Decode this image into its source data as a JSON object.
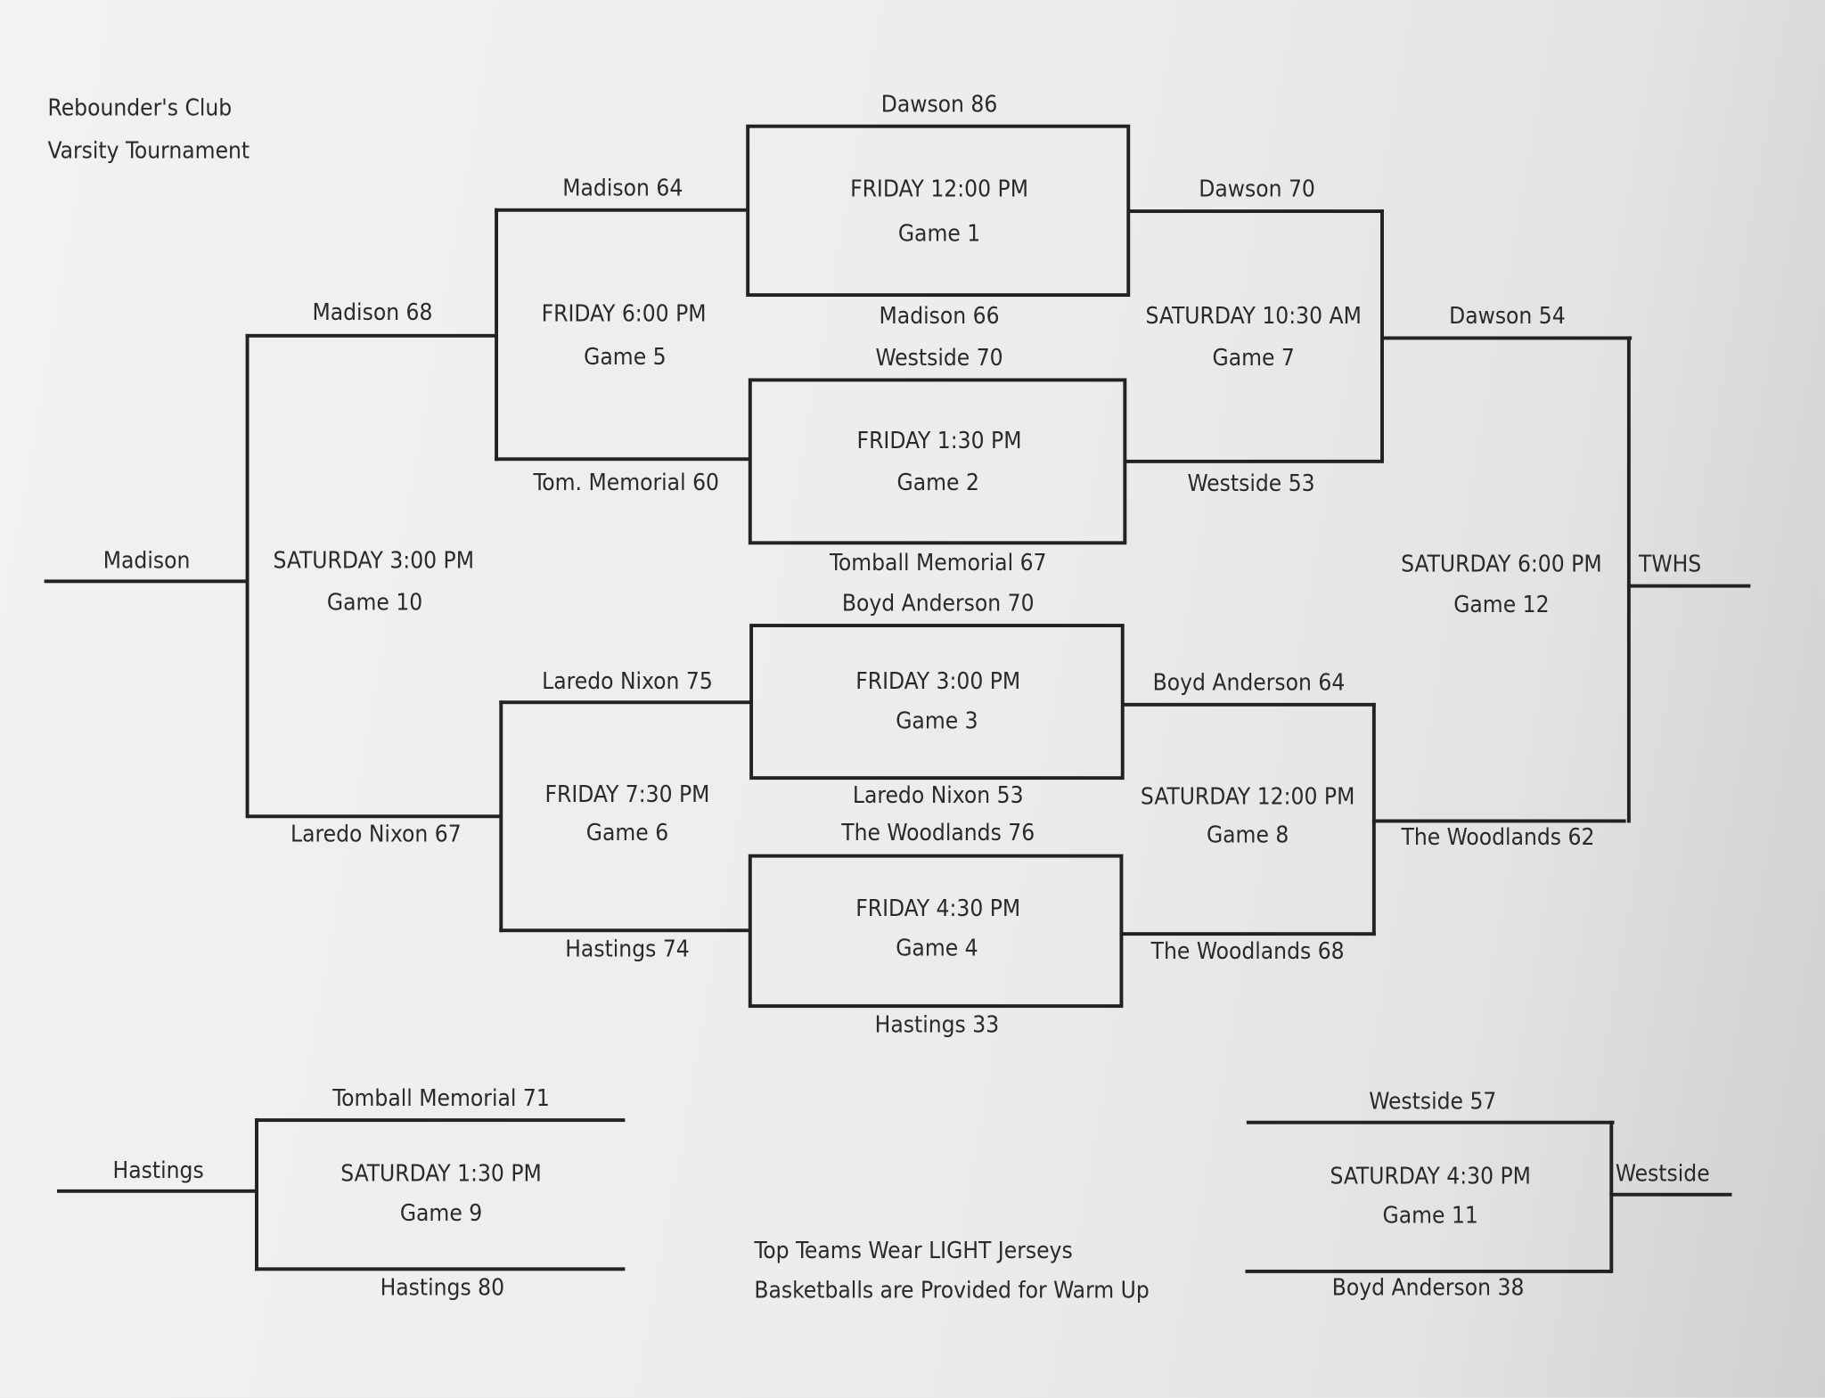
{
  "header": {
    "line1": "Rebounder's Club",
    "line2": "Varsity Tournament"
  },
  "games": [
    {
      "time": "FRIDAY 12:00 PM",
      "label": "Game 1",
      "top": "Dawson 86",
      "bottom": "Madison 66"
    },
    {
      "time": "FRIDAY 1:30 PM",
      "label": "Game 2",
      "top": "Westside 70",
      "bottom": "Tomball Memorial 67"
    },
    {
      "time": "FRIDAY 3:00 PM",
      "label": "Game 3",
      "top": "Boyd Anderson 70",
      "bottom": "Laredo Nixon 53"
    },
    {
      "time": "FRIDAY 4:30 PM",
      "label": "Game 4",
      "top": "The Woodlands 76",
      "bottom": "Hastings 33"
    },
    {
      "time": "FRIDAY 6:00 PM",
      "label": "Game 5",
      "top": "Madison 64",
      "bottom": "Tom. Memorial 60"
    },
    {
      "time": "FRIDAY 7:30 PM",
      "label": "Game 6",
      "top": "Laredo Nixon 75",
      "bottom": "Hastings 74"
    },
    {
      "time": "SATURDAY 10:30 AM",
      "label": "Game 7",
      "top": "Dawson 70",
      "bottom": "Westside 53"
    },
    {
      "time": "SATURDAY 12:00 PM",
      "label": "Game 8",
      "top": "Boyd Anderson 64",
      "bottom": "The Woodlands 68"
    },
    {
      "time": "SATURDAY 1:30 PM",
      "label": "Game 9",
      "top": "Tomball Memorial 71",
      "bottom": "Hastings 80",
      "winner": "Hastings"
    },
    {
      "time": "SATURDAY 3:00 PM",
      "label": "Game 10",
      "top": "Madison 68",
      "bottom": "Laredo Nixon 67",
      "winner": "Madison"
    },
    {
      "time": "SATURDAY 4:30 PM",
      "label": "Game 11",
      "top": "Westside 57",
      "bottom": "Boyd Anderson 38",
      "winner": "Westside"
    },
    {
      "time": "SATURDAY 6:00 PM",
      "label": "Game 12",
      "top": "Dawson 54",
      "bottom": "The Woodlands 62",
      "winner": "TWHS"
    }
  ],
  "notes": {
    "line1": "Top Teams Wear LIGHT Jerseys",
    "line2": "Basketballs are Provided for Warm Up"
  }
}
